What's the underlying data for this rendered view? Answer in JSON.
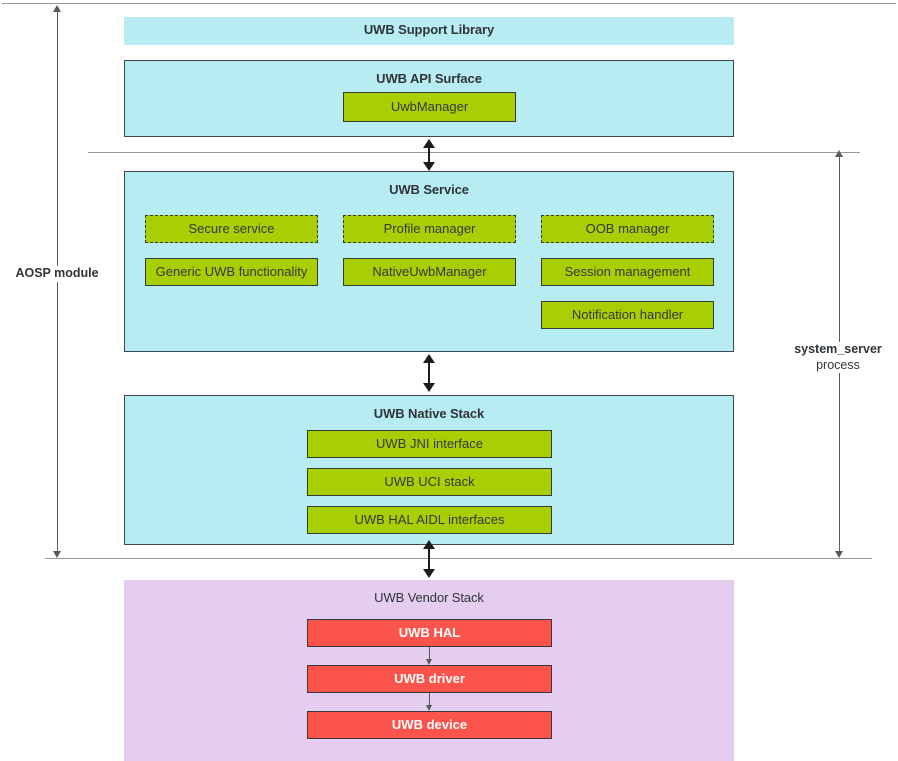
{
  "diagram": {
    "side_labels": {
      "left": "AOSP module",
      "right_bold": "system_server",
      "right_regular": "process"
    },
    "layers": [
      {
        "id": "support-library",
        "title": "UWB Support Library",
        "nodes": []
      },
      {
        "id": "api-surface",
        "title": "UWB API Surface",
        "nodes": [
          {
            "label": "UwbManager",
            "style": "solid"
          }
        ]
      },
      {
        "id": "uwb-service",
        "title": "UWB Service",
        "nodes": [
          {
            "label": "Secure service",
            "style": "dashed"
          },
          {
            "label": "Profile manager",
            "style": "dashed"
          },
          {
            "label": "OOB manager",
            "style": "dashed"
          },
          {
            "label": "Generic UWB functionality",
            "style": "solid"
          },
          {
            "label": "NativeUwbManager",
            "style": "solid"
          },
          {
            "label": "Session management",
            "style": "solid"
          },
          {
            "label": "Notification handler",
            "style": "solid"
          }
        ]
      },
      {
        "id": "native-stack",
        "title": "UWB Native Stack",
        "nodes": [
          {
            "label": "UWB JNI interface",
            "style": "solid"
          },
          {
            "label": "UWB UCI stack",
            "style": "solid"
          },
          {
            "label": "UWB HAL AIDL interfaces",
            "style": "solid"
          }
        ]
      },
      {
        "id": "vendor-stack",
        "title": "UWB Vendor Stack",
        "nodes": [
          {
            "label": "UWB HAL",
            "style": "red"
          },
          {
            "label": "UWB driver",
            "style": "red"
          },
          {
            "label": "UWB device",
            "style": "red"
          }
        ]
      }
    ],
    "colors": {
      "layer_background": "#b8ecf3",
      "vendor_background": "#e4cdee",
      "node_green": "#a8cf03",
      "node_red": "#fb544c",
      "border": "#37393a",
      "text": "#36383a"
    }
  }
}
